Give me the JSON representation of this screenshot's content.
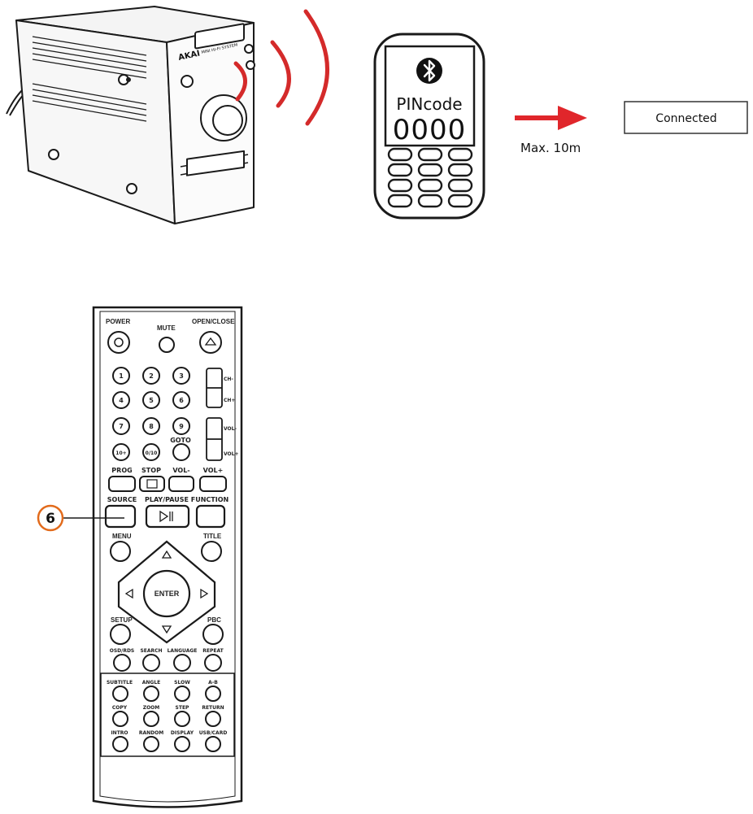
{
  "phone": {
    "label": "PINcode",
    "pin": "0000"
  },
  "arrow_label": "Max. 10m",
  "status_box": "Connected",
  "callout": "6",
  "colors": {
    "signal_waves": "#d42a2a",
    "arrow": "#e0262b",
    "line": "#1a1a1a"
  },
  "unit": {
    "brand_logo": "AKAI",
    "panel_text": "MINI HI-FI SYSTEM"
  },
  "remote": {
    "top_labels": [
      "POWER",
      "MUTE",
      "OPEN/CLOSE"
    ],
    "number_keys": [
      "1",
      "2",
      "3",
      "4",
      "5",
      "6",
      "7",
      "8",
      "9",
      "10+",
      "0/10",
      "GOTO"
    ],
    "side_key_labels": [
      "CH-",
      "CH+",
      "VOL-",
      "VOL+"
    ],
    "row_prog": [
      "PROG",
      "STOP",
      "VOL-",
      "VOL+"
    ],
    "row_source": [
      "SOURCE",
      "PLAY/PAUSE",
      "FUNCTION"
    ],
    "menu": "MENU",
    "title": "TITLE",
    "enter": "ENTER",
    "setup": "SETUP",
    "pbc": "PBC",
    "row_osd": [
      "OSD/RDS",
      "SEARCH",
      "LANGUAGE",
      "REPEAT"
    ],
    "grid": [
      [
        "SUBTITLE",
        "ANGLE",
        "SLOW",
        "A-B"
      ],
      [
        "COPY",
        "ZOOM",
        "STEP",
        "RETURN"
      ],
      [
        "INTRO",
        "RANDOM",
        "DISPLAY",
        "USB/CARD"
      ]
    ]
  }
}
